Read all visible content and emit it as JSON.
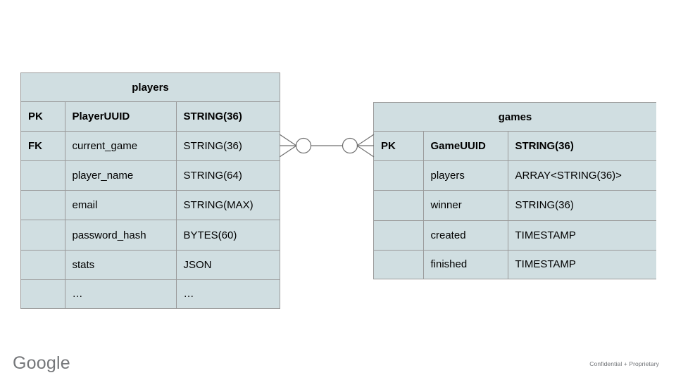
{
  "slide": {
    "background_color": "#ffffff",
    "entity_fill_color": "#d0dee1",
    "entity_border_color": "#9a9a9a",
    "connector_color": "#6f6f6f"
  },
  "entities": [
    {
      "name": "players",
      "title": "players",
      "columns": [
        {
          "key": "PK",
          "field": "PlayerUUID",
          "type": "STRING(36)",
          "emphasis": true
        },
        {
          "key": "FK",
          "field": "current_game",
          "type": "STRING(36)",
          "emphasis": false
        },
        {
          "key": "",
          "field": "player_name",
          "type": "STRING(64)",
          "emphasis": false
        },
        {
          "key": "",
          "field": "email",
          "type": "STRING(MAX)",
          "emphasis": false
        },
        {
          "key": "",
          "field": "password_hash",
          "type": "BYTES(60)",
          "emphasis": false
        },
        {
          "key": "",
          "field": "stats",
          "type": "JSON",
          "emphasis": false
        },
        {
          "key": "",
          "field": "…",
          "type": "…",
          "emphasis": false
        }
      ]
    },
    {
      "name": "games",
      "title": "games",
      "columns": [
        {
          "key": "PK",
          "field": "GameUUID",
          "type": "STRING(36)",
          "emphasis": true
        },
        {
          "key": "",
          "field": "players",
          "type": "ARRAY<STRING(36)>",
          "emphasis": false
        },
        {
          "key": "",
          "field": "winner",
          "type": "STRING(36)",
          "emphasis": false
        },
        {
          "key": "",
          "field": "created",
          "type": "TIMESTAMP",
          "emphasis": false
        },
        {
          "key": "",
          "field": "finished",
          "type": "TIMESTAMP",
          "emphasis": false
        }
      ]
    }
  ],
  "relationship": {
    "from": "players",
    "to": "games",
    "left_notation": "zero-or-many",
    "right_notation": "zero-or-many"
  },
  "footer": {
    "logo_text": "Google",
    "confidentiality": "Confidential + Proprietary"
  }
}
